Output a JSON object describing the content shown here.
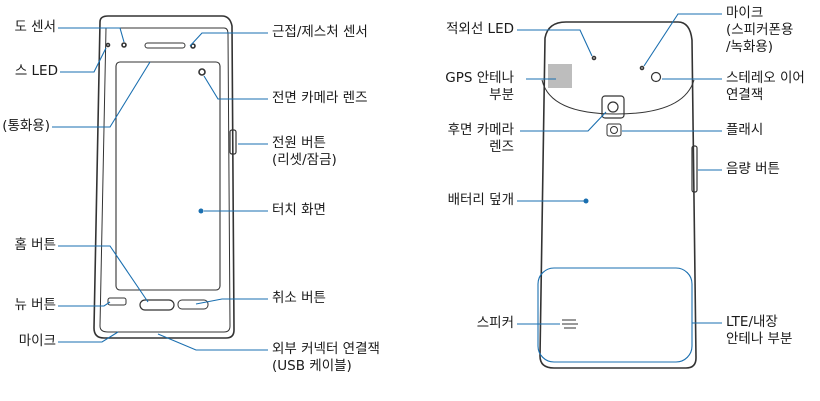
{
  "front": {
    "labels": {
      "proximity": "도 센서",
      "led": "스 LED",
      "earpiece": "(통화용)",
      "home": "홈 버튼",
      "menu": "뉴 버튼",
      "mic": "마이크",
      "proximity_gesture": "근접/제스처 센서",
      "front_camera": "전면 카메라 렌즈",
      "power": [
        "전원 버튼",
        "(리셋/잠금)"
      ],
      "touch": "터치 화면",
      "back": "취소 버튼",
      "usb": [
        "외부 커넥터 연결잭",
        "(USB 케이블)"
      ]
    }
  },
  "rear": {
    "labels": {
      "ir_led": "적외선 LED",
      "gps": [
        "GPS 안테나",
        "부분"
      ],
      "rear_camera": [
        "후면 카메라",
        "렌즈"
      ],
      "battery_cover": "배터리 덮개",
      "speaker": "스피커",
      "mic2": [
        "마이크",
        "(스피커폰용",
        "/녹화용)"
      ],
      "stereo": [
        "스테레오 이어",
        "연결잭"
      ],
      "flash": "플래시",
      "volume": "음량 버튼",
      "lte": [
        "LTE/내장",
        "안테나 부분"
      ]
    }
  },
  "colors": {
    "callout": "#1a6fb0",
    "outline": "#333333",
    "gps_patch": "#bdbdbd"
  }
}
